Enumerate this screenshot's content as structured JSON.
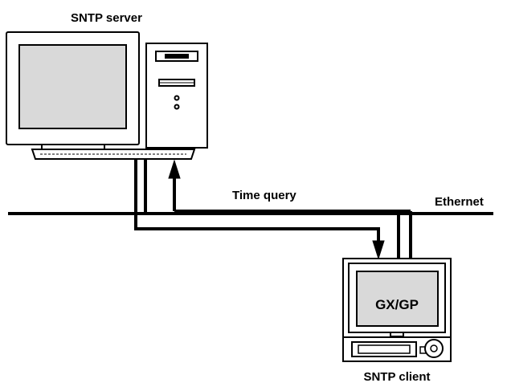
{
  "labels": {
    "server": "SNTP server",
    "query": "Time query",
    "network": "Ethernet",
    "device": "GX/GP",
    "client": "SNTP client"
  },
  "icons": {
    "server": "desktop-computer-icon",
    "client": "recorder-device-icon"
  },
  "colors": {
    "line": "#000000",
    "screen": "#d9d9d9",
    "background": "#ffffff"
  }
}
